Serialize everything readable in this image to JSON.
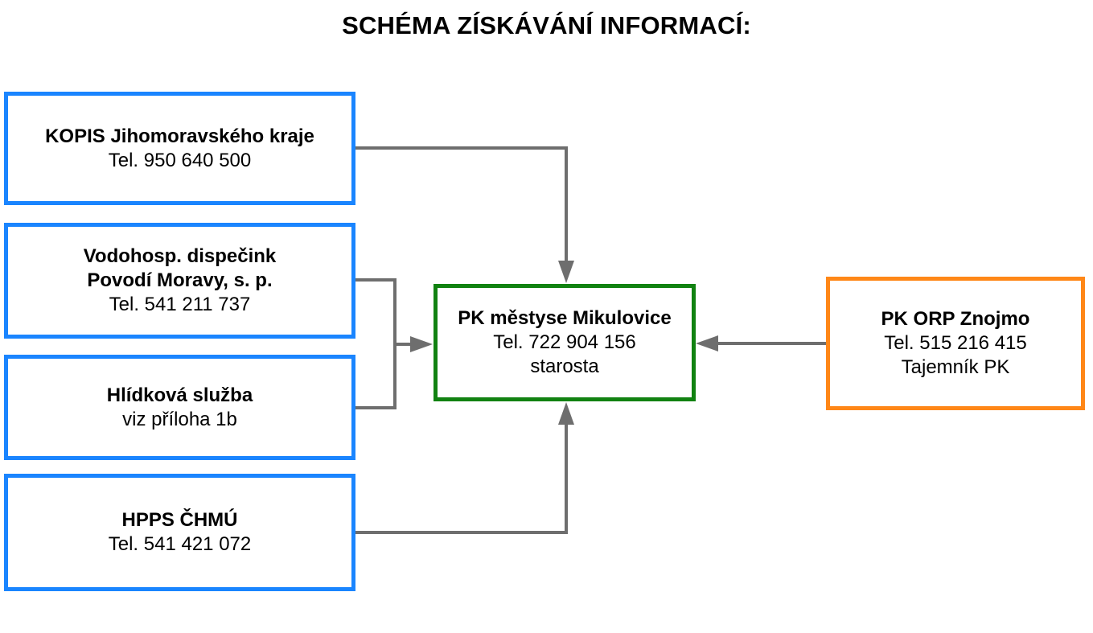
{
  "title": "SCHÉMA ZÍSKÁVÁNÍ INFORMACÍ:",
  "colors": {
    "source_border": "#1a85ff",
    "center_border": "#118211",
    "right_border": "#ff8717",
    "connector": "#6e6e6e"
  },
  "nodes": {
    "kopis": {
      "name": "KOPIS Jihomoravského kraje",
      "line2": "Tel. 950 640 500"
    },
    "vodohosp": {
      "name1": "Vodohosp. dispečink",
      "name2": "Povodí Moravy, s. p.",
      "line2": "Tel. 541 211 737"
    },
    "hlidkova": {
      "name": "Hlídková služba",
      "line2": "viz příloha 1b"
    },
    "hpps": {
      "name": "HPPS ČHMÚ",
      "line2": "Tel. 541 421 072"
    },
    "center": {
      "name": "PK městyse Mikulovice",
      "line2": "Tel. 722 904 156",
      "line3": "starosta"
    },
    "orp": {
      "name": "PK ORP Znojmo",
      "line2": "Tel. 515 216 415",
      "line3": "Tajemník PK"
    }
  }
}
